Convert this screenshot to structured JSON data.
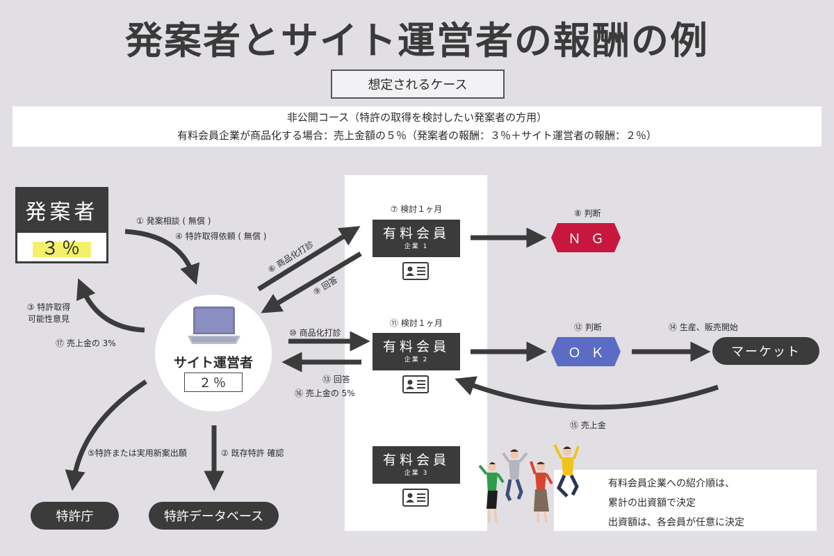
{
  "title": "発案者とサイト運営者の報酬の例",
  "case_label": "想定されるケース",
  "description": {
    "line1": "非公開コース（特許の取得を検討したい発案者の方用）",
    "line2": "有料会員企業が商品化する場合：売上金額の５％（発案者の報酬：３％＋サイト運営者の報酬：２％）"
  },
  "inventor": {
    "label": "発案者",
    "percent": "３％"
  },
  "site_operator": {
    "label": "サイト運営者",
    "percent": "２％"
  },
  "members": [
    {
      "title": "有料会員",
      "sub": "企業 1",
      "step": "⑦ 検討１ヶ月"
    },
    {
      "title": "有料会員",
      "sub": "企業 2",
      "step": "⑪ 検討１ヶ月"
    },
    {
      "title": "有料会員",
      "sub": "企業 3"
    }
  ],
  "decisions": {
    "ng": {
      "step": "⑧ 判断",
      "label": "ＮＧ"
    },
    "ok": {
      "step": "⑫ 判断",
      "label": "ＯＫ"
    }
  },
  "market": {
    "label": "マーケット",
    "step": "⑭ 生産、販売開始"
  },
  "patent_office": "特許庁",
  "patent_db": "特許データベース",
  "steps": {
    "s1": "① 発案相談 ( 無償 )",
    "s4": "④ 特許取得依頼 ( 無償 )",
    "s3_line1": "③ 特許取得",
    "s3_line2": "可能性意見",
    "s17": "⑰ 売上金の 3%",
    "s6": "⑥ 商品化打診",
    "s9": "⑨ 回答",
    "s10": "⑩ 商品化打診",
    "s13": "⑬ 回答",
    "s16": "⑯ 売上金の 5%",
    "s15": "⑮ 売上金",
    "s5": "⑤特許または実用新案出願",
    "s2": "② 既存特許 確認"
  },
  "note": {
    "line1": "有料会員企業への紹介順は、",
    "line2": "累計の出資額で決定",
    "line3": "出資額は、各会員が任意に決定"
  },
  "colors": {
    "dark": "#3b3b3b",
    "ng_red": "#c8173f",
    "ok_blue": "#5b6cc5",
    "highlight": "#f5f06a",
    "background": "#e1dfe3"
  }
}
